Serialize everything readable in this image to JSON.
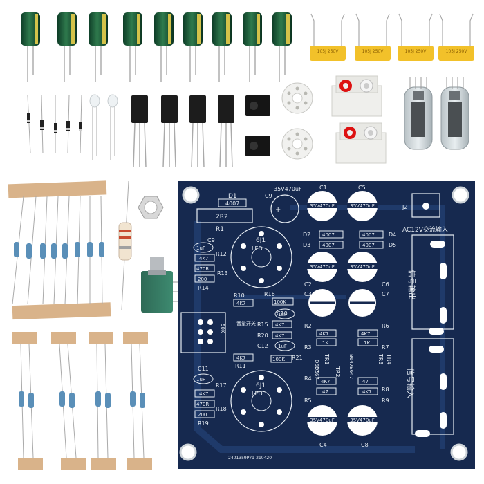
{
  "capacitor_label": "105J 250V",
  "pcb": {
    "serial": "2401359P71-210420",
    "top_cap_label": "35V470uF",
    "cap_labels": [
      "35V470uF",
      "35V470uF",
      "35V470uF",
      "35V470uF",
      "35V470uF",
      "35V470uF"
    ],
    "ref": {
      "d1": "D1",
      "c9": "C9",
      "c1": "C1",
      "c5": "C5",
      "r1": "R1",
      "j2": "J2",
      "d2": "D2",
      "d3": "D3",
      "d4": "D4",
      "d5": "D5",
      "c2": "C2",
      "c6": "C6",
      "c3": "C3",
      "c7": "C7",
      "r12": "R12",
      "r13": "R13",
      "r14": "R14",
      "r10": "R10",
      "r16": "R16",
      "r15": "R15",
      "r20": "R20",
      "c10": "C10",
      "c12": "C12",
      "r21": "R21",
      "r2": "R2",
      "r3": "R3",
      "r4": "R4",
      "r5": "R5",
      "r6": "R6",
      "r7": "R7",
      "r8": "R8",
      "r9": "R9",
      "c11": "C11",
      "r17": "R17",
      "r18": "R18",
      "r19": "R19",
      "r11": "R11",
      "c4": "C4",
      "c8": "C8",
      "tr1": "TR1",
      "tr2": "TR2",
      "tr3": "TR3",
      "tr4": "TR4",
      "tube1": "6J1",
      "tube2": "6J1"
    },
    "values": {
      "diode": "4007",
      "r1": "2R2",
      "uf1": "1uF",
      "k4_7": "4K7",
      "k470": "470R",
      "k200": "200",
      "k1": "1K",
      "k100": "100K",
      "r47": "47",
      "led": "LED",
      "pot": "50K",
      "b647": "B647",
      "d667": "D667"
    },
    "side_labels": {
      "ac_input": "AC12V交流输入",
      "signal_out": "信号输出",
      "signal_in": "信号输入",
      "tone_switch": "音量开关"
    }
  }
}
